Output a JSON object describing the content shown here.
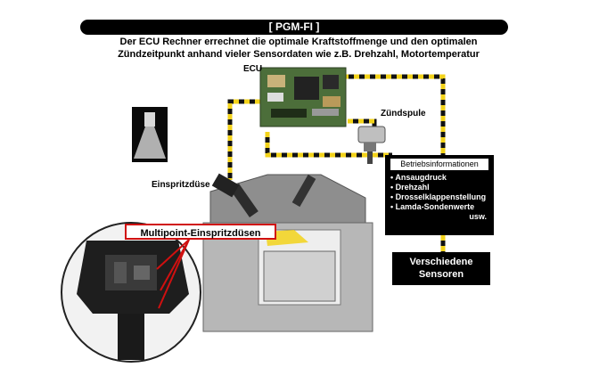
{
  "title": "[ PGM-FI ]",
  "subtitle_line1": "Der ECU Rechner errechnet die optimale Kraftstoffmenge und den optimalen",
  "subtitle_line2": "Zündzeitpunkt anhand vieler Sensordaten wie z.B. Drehzahl, Motortemperatur",
  "labels": {
    "ecu": "ECU",
    "ignition_coil": "Zündspule",
    "injector": "Einspritzdüse",
    "multipoint": "Multipoint-Einspritzdüsen"
  },
  "info_box": {
    "heading": "Betriebsinformationen",
    "items": [
      "• Ansaugdruck",
      "• Drehzahl",
      "• Drosselklappenstellung",
      "• Lamda-Sondenwerte"
    ],
    "more": "usw."
  },
  "sensor_box": {
    "line1": "Verschiedene",
    "line2": "Sensoren"
  },
  "colors": {
    "wire_yellow": "#f2d21a",
    "callout_red": "#d01010"
  }
}
